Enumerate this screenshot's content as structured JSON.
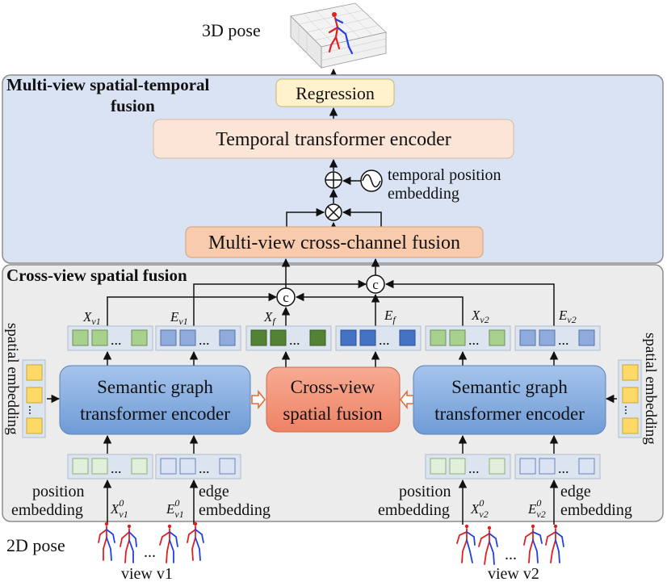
{
  "top": {
    "output_label": "3D pose"
  },
  "mvst": {
    "title_line1": "Multi-view spatial-temporal",
    "title_line2": "fusion",
    "regression": "Regression",
    "temporal_encoder": "Temporal transformer encoder",
    "temporal_pos_line1": "temporal position",
    "temporal_pos_line2": "embedding",
    "cross_channel": "Multi-view cross-channel fusion"
  },
  "cvsf": {
    "title": "Cross-view spatial fusion",
    "concat_symbol": "c",
    "left_encoder_line1": "Semantic graph",
    "left_encoder_line2": "transformer encoder",
    "right_encoder_line1": "Semantic graph",
    "right_encoder_line2": "transformer encoder",
    "fusion_line1": "Cross-view",
    "fusion_line2": "spatial fusion",
    "spatial_embedding": "spatial embedding",
    "tokens": {
      "xv1": {
        "base": "X",
        "sub": "v1"
      },
      "ev1": {
        "base": "E",
        "sub": "v1"
      },
      "xf": {
        "base": "X",
        "sub": "f"
      },
      "ef": {
        "base": "E",
        "sub": "f"
      },
      "xv2": {
        "base": "X",
        "sub": "v2"
      },
      "ev2": {
        "base": "E",
        "sub": "v2"
      }
    },
    "inputs": {
      "x0v1": {
        "base": "X",
        "sup": "0",
        "sub": "v1"
      },
      "e0v1": {
        "base": "E",
        "sup": "0",
        "sub": "v1"
      },
      "x0v2": {
        "base": "X",
        "sup": "0",
        "sub": "v2"
      },
      "e0v2": {
        "base": "E",
        "sup": "0",
        "sub": "v2"
      }
    },
    "position_line1": "position",
    "position_line2": "embedding",
    "edge_line1": "edge",
    "edge_line2": "embedding",
    "ellipsis": "..."
  },
  "bottom": {
    "input_label": "2D pose",
    "view1": "view v1",
    "view2": "view v2",
    "ellipsis": "..."
  },
  "colors": {
    "mvst_bg": "#dae3f3",
    "cvsf_bg": "#ececec",
    "regression": "#fff2cc",
    "temporal": "#fbe5d6",
    "cross_channel": "#f8cbad",
    "encoder": "#8fb4e3",
    "fusion": "#f4977d",
    "light_green": "#c5e0b4",
    "mid_green": "#a9d18e",
    "dark_green": "#548235",
    "light_blue": "#dae3f3",
    "mid_blue": "#8faadc",
    "dark_blue": "#4472c4",
    "spatial_emb": "#ffd966"
  }
}
